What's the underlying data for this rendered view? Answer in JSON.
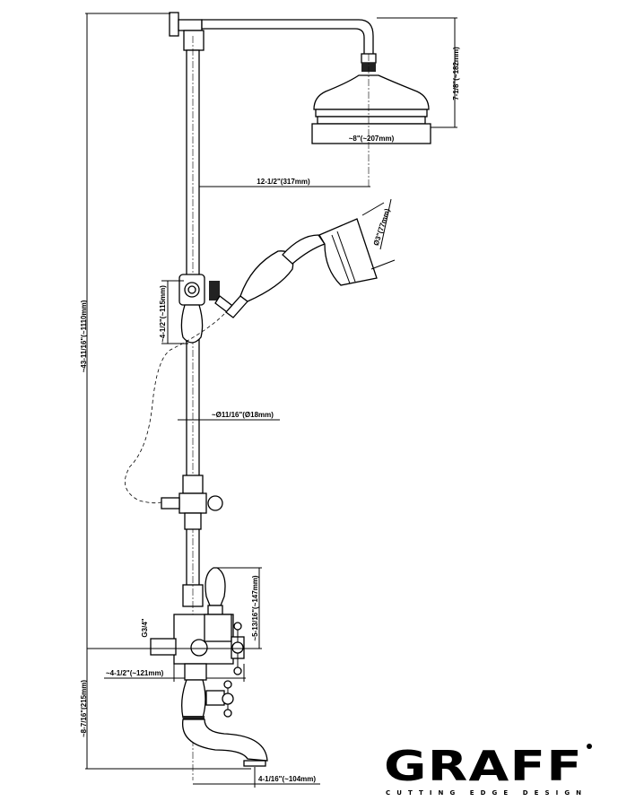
{
  "dimensions": {
    "head_diameter": "~8\"(~207mm)",
    "head_height": "7-1/8\"(~182mm)",
    "arm_reach": "12-1/2\"(317mm)",
    "handshower_diameter": "Ø3\"(77mm)",
    "holder_height": "~4-1/2\"(~115mm)",
    "total_height": "~43-11/16\"(~1110mm)",
    "pipe_diameter": "~Ø11/16\"(Ø18mm)",
    "inlet_thread": "G3/4\"",
    "mixer_height": "~5-13/16\"(~147mm)",
    "mixer_depth": "~4-1/2\"(~121mm)",
    "spout_height": "~8-7/16\"(215mm)",
    "spout_reach": "4-1/16\"(~104mm)"
  },
  "brand": {
    "name": "GRAFF",
    "tagline": "CUTTING EDGE DESIGN"
  }
}
